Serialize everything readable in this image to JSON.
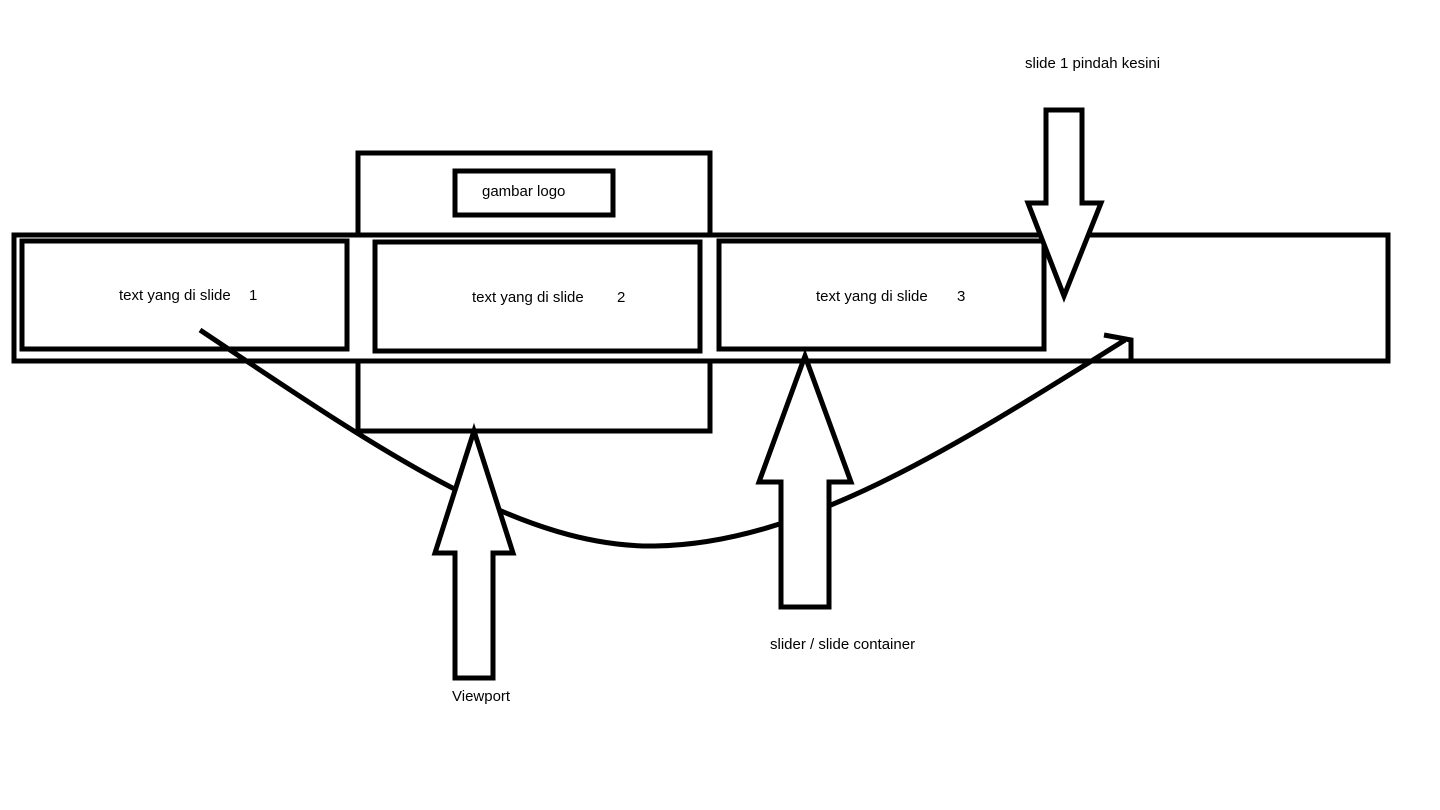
{
  "diagram": {
    "logo_label": "gambar logo",
    "slides": [
      {
        "label": "text yang di slide",
        "number": "1"
      },
      {
        "label": "text yang di slide",
        "number": "2"
      },
      {
        "label": "text yang di slide",
        "number": "3"
      }
    ],
    "move_target_label": "slide 1 pindah kesini",
    "viewport_label": "Viewport",
    "slider_label": "slider / slide container",
    "stroke_color": "#000000",
    "background_color": "#ffffff"
  }
}
